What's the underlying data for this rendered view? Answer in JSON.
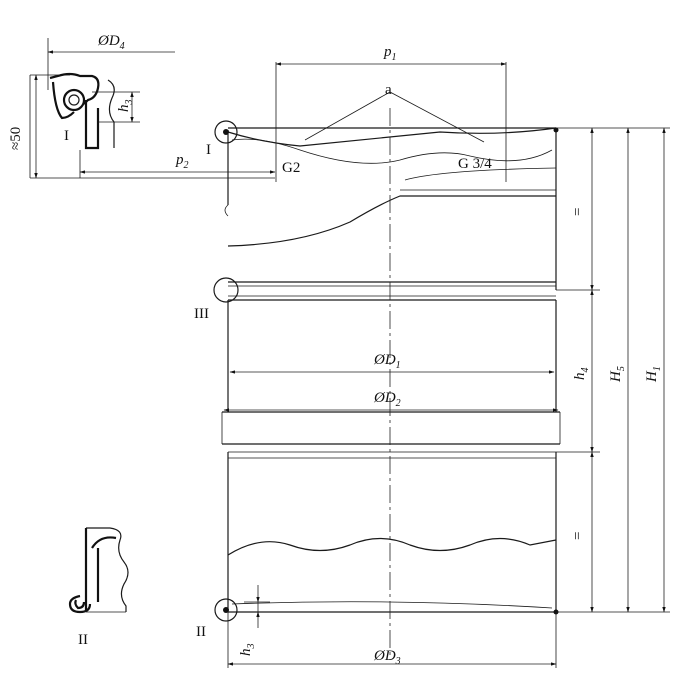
{
  "labels": {
    "d4": "ØD",
    "d4_sub": "4",
    "p1": "p",
    "p1_sub": "1",
    "a": "a",
    "approx50": "≈50",
    "h3_top": "h",
    "h3_top_sub": "3",
    "view_I_detail": "I",
    "view_I_main": "I",
    "p2": "p",
    "p2_sub": "2",
    "g2": "G2",
    "g34": "G 3/4",
    "eq_top": "=",
    "eq_bottom": "=",
    "view_III": "III",
    "d1": "ØD",
    "d1_sub": "1",
    "d2": "ØD",
    "d2_sub": "2",
    "h4": "h",
    "h4_sub": "4",
    "h5": "H",
    "h5_sub": "5",
    "h1": "H",
    "h1_sub": "1",
    "view_II_detail": "II",
    "view_II_main": "II",
    "h3_bottom": "h",
    "h3_bottom_sub": "3",
    "d3": "ØD",
    "d3_sub": "3"
  }
}
